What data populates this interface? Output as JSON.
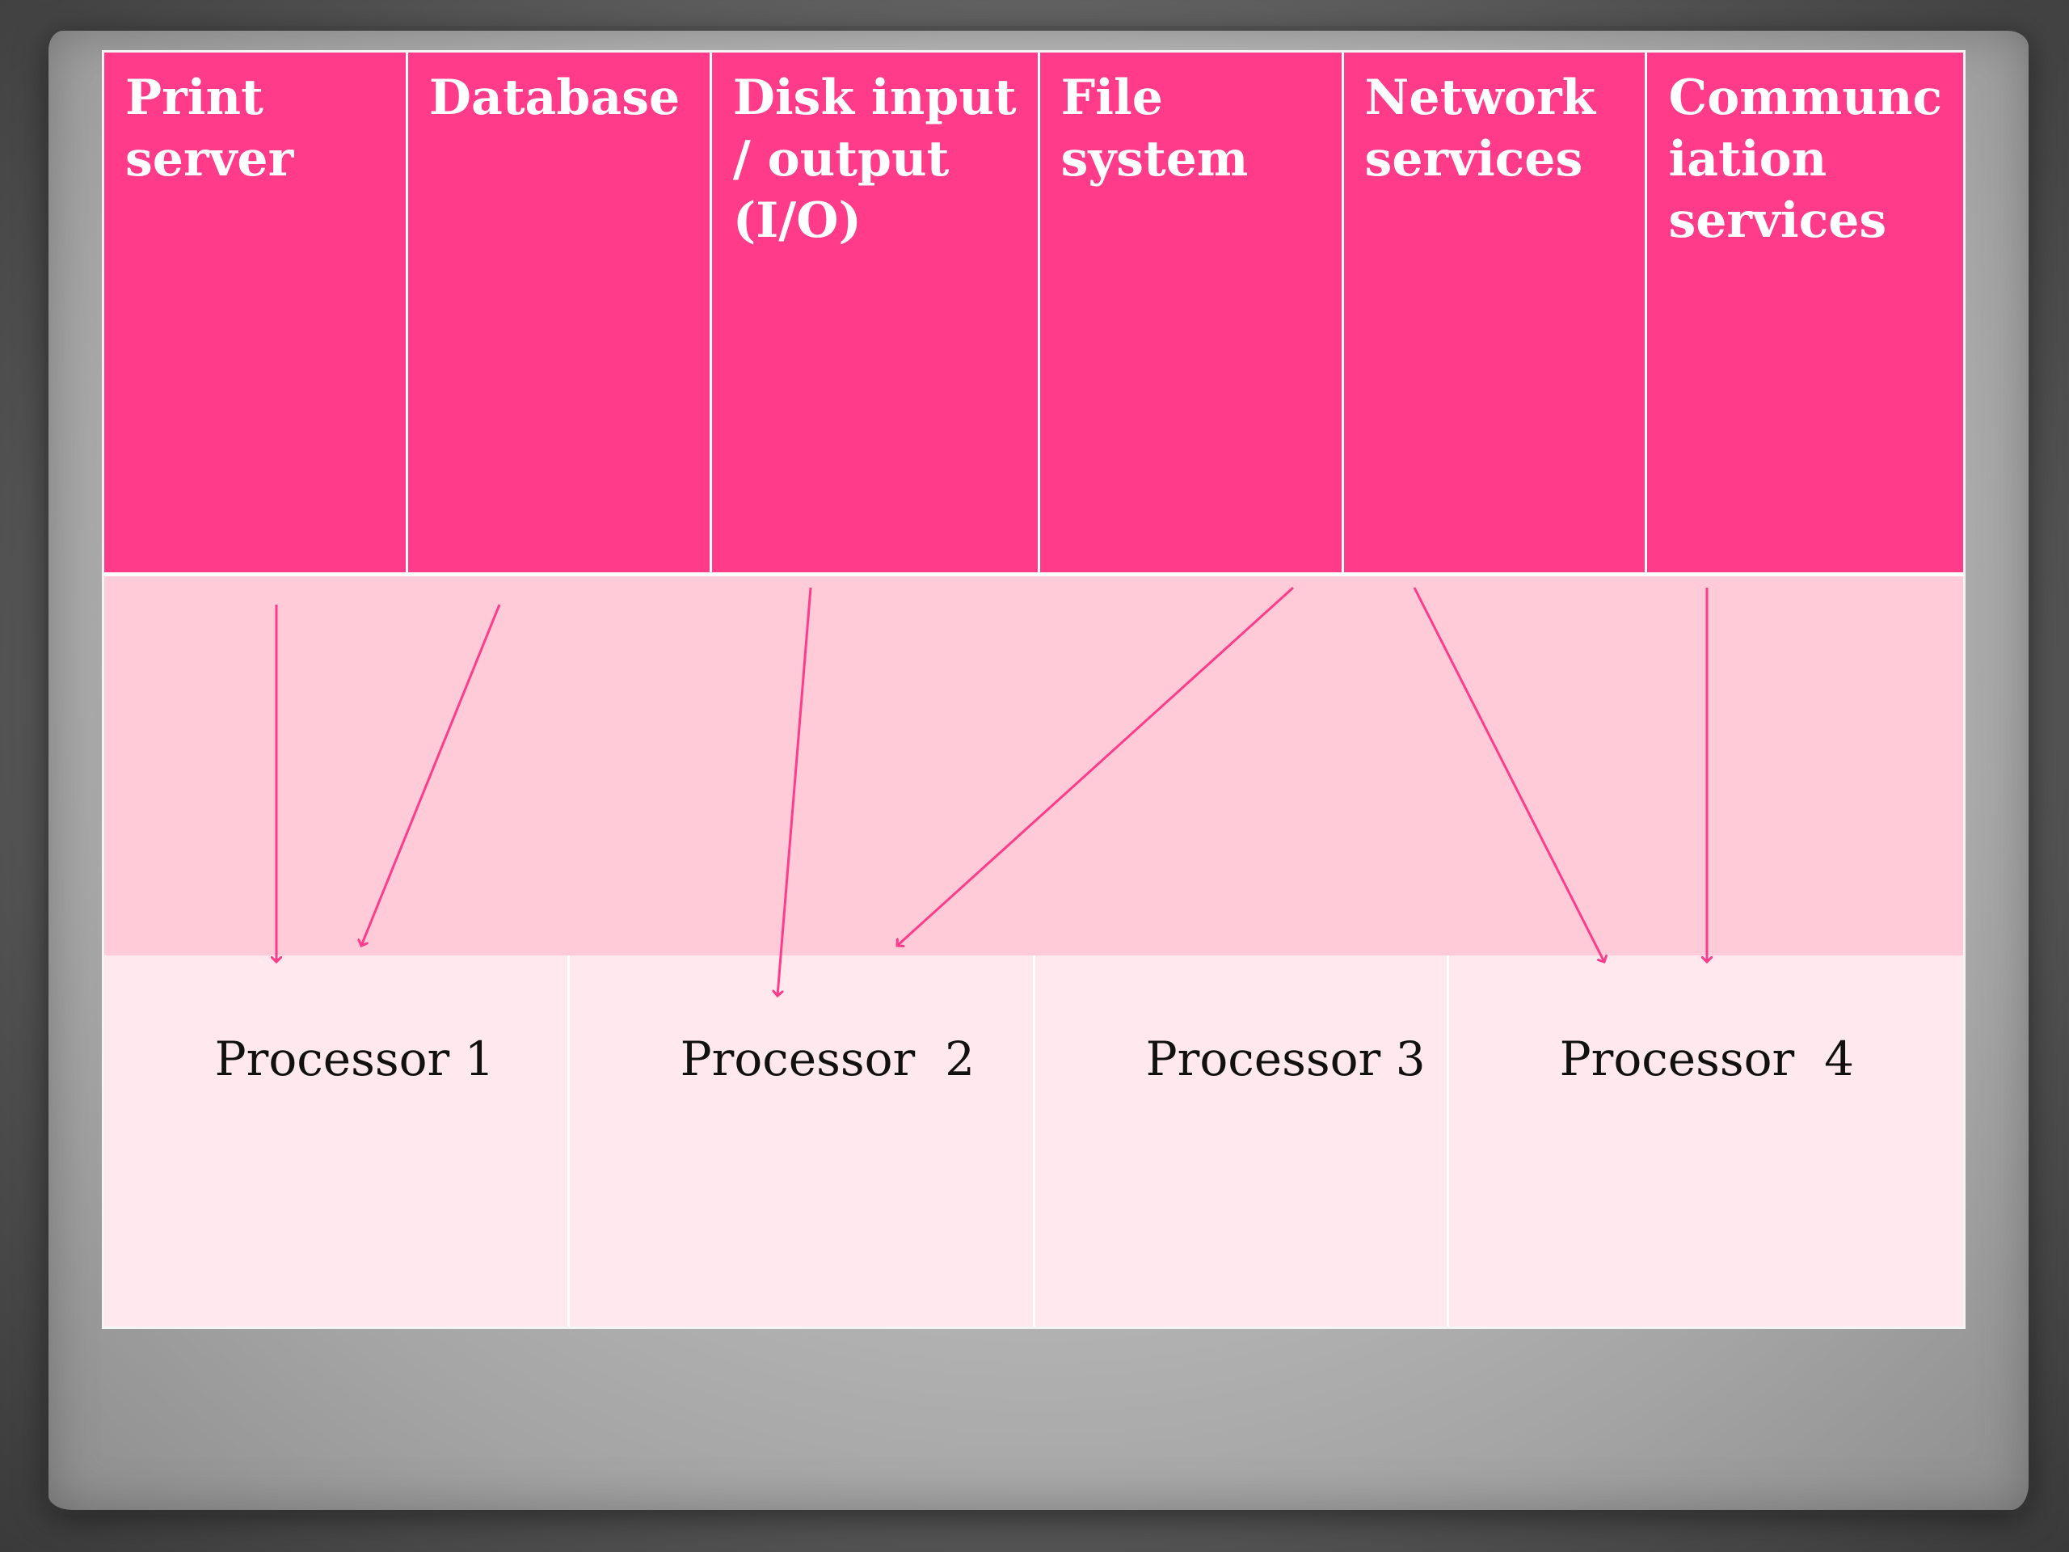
{
  "services": [
    {
      "id": "print-server",
      "label": "Print\nserver"
    },
    {
      "id": "database",
      "label": "Database"
    },
    {
      "id": "disk-io",
      "label": "Disk input\n/ output\n(I/O)"
    },
    {
      "id": "file-system",
      "label": "File\nsystem"
    },
    {
      "id": "network-services",
      "label": "Network\nservices"
    },
    {
      "id": "communication-services",
      "label": "Communc\niation\nservices"
    }
  ],
  "processors": [
    {
      "id": "processor-1",
      "label": "Processor 1"
    },
    {
      "id": "processor-2",
      "label": "Processor  2"
    },
    {
      "id": "processor-3",
      "label": "Processor 3"
    },
    {
      "id": "processor-4",
      "label": "Processor  4"
    }
  ],
  "assignments": [
    {
      "service": "print-server",
      "processor": "processor-1"
    },
    {
      "service": "database",
      "processor": "processor-1"
    },
    {
      "service": "disk-io",
      "processor": "processor-2"
    },
    {
      "service": "file-system",
      "processor": "processor-2"
    },
    {
      "service": "network-services",
      "processor": "processor-4"
    },
    {
      "service": "communication-services",
      "processor": "processor-4"
    }
  ],
  "colors": {
    "service_fill": "#ff3b8a",
    "band_fill": "#ffcbd9",
    "processor_fill": "#ffe9ee",
    "arrow": "#ff3b8a"
  }
}
